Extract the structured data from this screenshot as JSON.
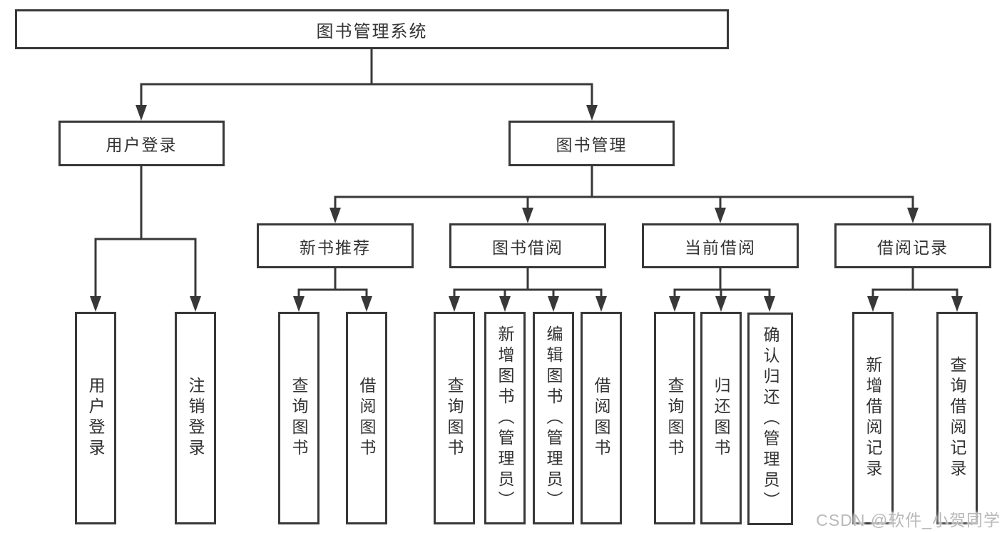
{
  "diagram": {
    "root": {
      "label": "图书管理系统"
    },
    "branches": [
      {
        "label": "用户登录",
        "children": [
          {
            "label": "用户登录"
          },
          {
            "label": "注销登录"
          }
        ]
      },
      {
        "label": "图书管理",
        "children": [
          {
            "label": "新书推荐",
            "children": [
              {
                "label": "查询图书"
              },
              {
                "label": "借阅图书"
              }
            ]
          },
          {
            "label": "图书借阅",
            "children": [
              {
                "label": "查询图书"
              },
              {
                "label": "新增图书（管理员）"
              },
              {
                "label": "编辑图书（管理员）"
              },
              {
                "label": "借阅图书"
              }
            ]
          },
          {
            "label": "当前借阅",
            "children": [
              {
                "label": "查询图书"
              },
              {
                "label": "归还图书"
              },
              {
                "label": "确认归还（管理员）"
              }
            ]
          },
          {
            "label": "借阅记录",
            "children": [
              {
                "label": "新增借阅记录"
              },
              {
                "label": "查询借阅记录"
              }
            ]
          }
        ]
      }
    ]
  },
  "watermark": {
    "text": "CSDN @软件_小贺同学"
  },
  "colors": {
    "line": "#383838",
    "box_border": "#383838",
    "text": "#333333",
    "watermark": "#b9b9b9",
    "background": "#ffffff"
  }
}
